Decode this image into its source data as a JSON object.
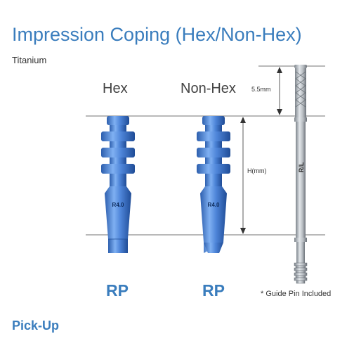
{
  "title": "Impression Coping (Hex/Non-Hex)",
  "material": "Titanium",
  "variants": [
    {
      "label": "Hex",
      "size_label": "RP",
      "engraving": "R4.0"
    },
    {
      "label": "Non-Hex",
      "size_label": "RP",
      "engraving": "R4.0"
    }
  ],
  "guide_pin": {
    "engraving": "R/L",
    "note": "* Guide Pin Included"
  },
  "dimensions": {
    "top": "5.5mm",
    "height": "H(mm)"
  },
  "footer": "Pick-Up",
  "colors": {
    "accent": "#3a7dbd",
    "coping_blue": "#4d84d8",
    "pin_gray": "#b8bdc2"
  }
}
